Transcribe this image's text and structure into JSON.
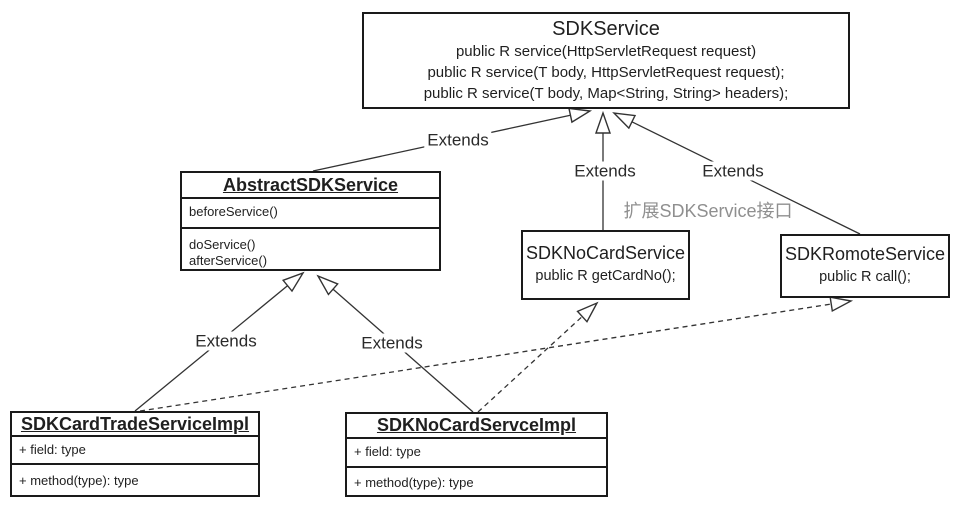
{
  "classes": {
    "sdkservice": {
      "title": "SDKService",
      "methods": [
        "public R service(HttpServletRequest request)",
        "public R service(T body, HttpServletRequest request);",
        "public R service(T body, Map<String, String> headers);"
      ]
    },
    "abstract_sdkservice": {
      "title": "AbstractSDKService",
      "section1": [
        "beforeService()"
      ],
      "section2": [
        "doService()",
        "afterService()"
      ]
    },
    "sdk_nocard_service": {
      "title": "SDKNoCardService",
      "methods": [
        "public R getCardNo();"
      ]
    },
    "sdk_romote_service": {
      "title": "SDKRomoteService",
      "methods": [
        "public R call();"
      ]
    },
    "sdk_cardtrade_service_impl": {
      "title": "SDKCardTradeServiceImpl",
      "field_row": "+ field: type",
      "method_row": "+ method(type): type"
    },
    "sdk_nocard_servce_impl": {
      "title": "SDKNoCardServceImpl",
      "field_row": "+ field: type",
      "method_row": "+ method(type): type"
    }
  },
  "labels": {
    "extends": "Extends",
    "annotation": "扩展SDKService接口"
  },
  "relationships": [
    {
      "from": "AbstractSDKService",
      "to": "SDKService",
      "type": "extends",
      "style": "solid"
    },
    {
      "from": "SDKNoCardService",
      "to": "SDKService",
      "type": "extends",
      "style": "solid"
    },
    {
      "from": "SDKRomoteService",
      "to": "SDKService",
      "type": "extends",
      "style": "solid"
    },
    {
      "from": "SDKCardTradeServiceImpl",
      "to": "AbstractSDKService",
      "type": "extends",
      "style": "solid"
    },
    {
      "from": "SDKNoCardServceImpl",
      "to": "AbstractSDKService",
      "type": "extends",
      "style": "solid"
    },
    {
      "from": "SDKCardTradeServiceImpl",
      "to": "SDKRomoteService",
      "type": "implements",
      "style": "dashed"
    },
    {
      "from": "SDKNoCardServceImpl",
      "to": "SDKNoCardService",
      "type": "implements",
      "style": "dashed"
    }
  ],
  "colors": {
    "line": "#333333",
    "text": "#1f1f1f",
    "annotation_text": "#8f8f8f",
    "background": "#ffffff"
  }
}
